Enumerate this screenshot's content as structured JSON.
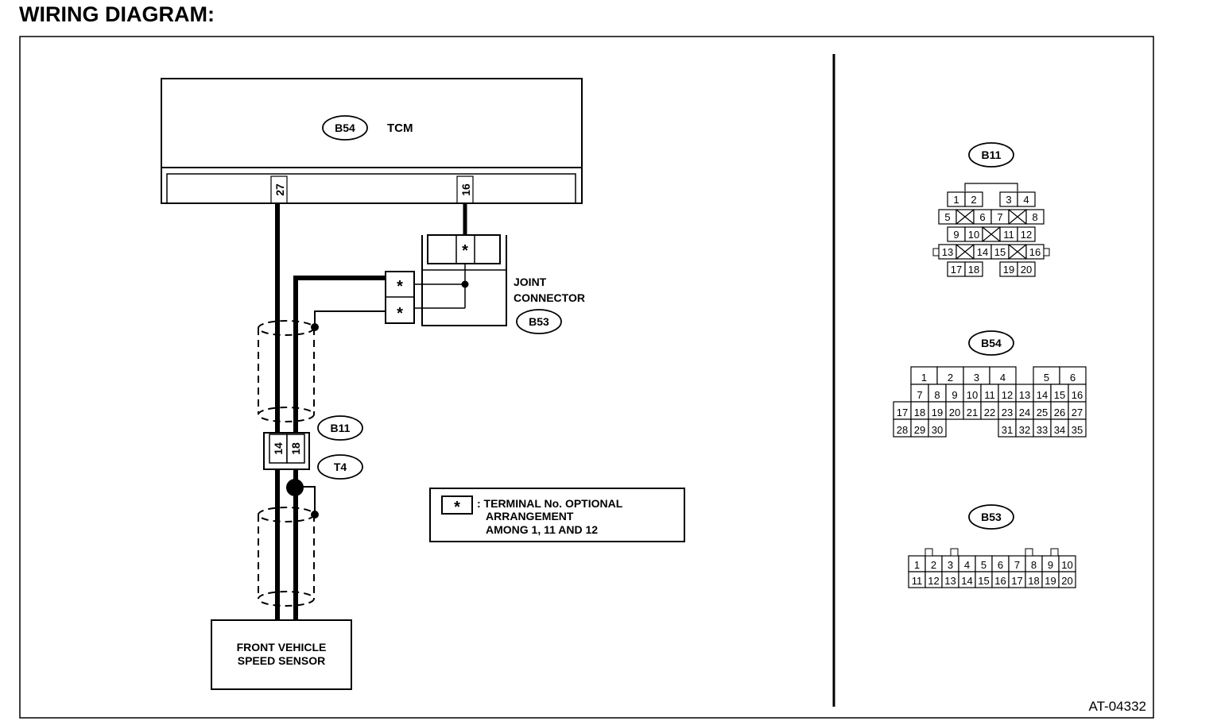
{
  "title": "WIRING DIAGRAM:",
  "tcm": {
    "connector_id": "B54",
    "name": "TCM",
    "terminal_a": "27",
    "terminal_b": "16"
  },
  "joint_connector": {
    "label_line1": "JOINT",
    "label_line2": "CONNECTOR",
    "connector_id": "B53",
    "star": "*"
  },
  "sensor": {
    "line1": "FRONT VEHICLE",
    "line2": "SPEED SENSOR"
  },
  "middle_connector": {
    "id_top": "B11",
    "id_bottom": "T4",
    "pin_a": "14",
    "pin_b": "18"
  },
  "legend": {
    "star": "*",
    "line1": ": TERMINAL No. OPTIONAL",
    "line2": "ARRANGEMENT",
    "line3": "AMONG 1, 11  AND 12"
  },
  "connector_views": {
    "b11": {
      "id": "B11",
      "rows": [
        [
          "1",
          "2",
          "",
          "3",
          "4"
        ],
        [
          "5",
          "x",
          "6",
          "7",
          "x",
          "8"
        ],
        [
          "9",
          "10",
          "x",
          "11",
          "12"
        ],
        [
          "13",
          "x",
          "14",
          "15",
          "x",
          "16"
        ],
        [
          "17",
          "18",
          "",
          "19",
          "20"
        ]
      ]
    },
    "b54": {
      "id": "B54",
      "rows": [
        [
          "1",
          "2",
          "3",
          "4",
          "5",
          "6"
        ],
        [
          "7",
          "8",
          "9",
          "10",
          "11",
          "12",
          "13",
          "14",
          "15",
          "16"
        ],
        [
          "17",
          "18",
          "19",
          "20",
          "21",
          "22",
          "23",
          "24",
          "25",
          "26",
          "27"
        ],
        [
          "28",
          "29",
          "30",
          "31",
          "32",
          "33",
          "34",
          "35"
        ]
      ]
    },
    "b53": {
      "id": "B53",
      "rows": [
        [
          "1",
          "2",
          "3",
          "4",
          "5",
          "6",
          "7",
          "8",
          "9",
          "10"
        ],
        [
          "11",
          "12",
          "13",
          "14",
          "15",
          "16",
          "17",
          "18",
          "19",
          "20"
        ]
      ]
    }
  },
  "figure_code": "AT-04332"
}
